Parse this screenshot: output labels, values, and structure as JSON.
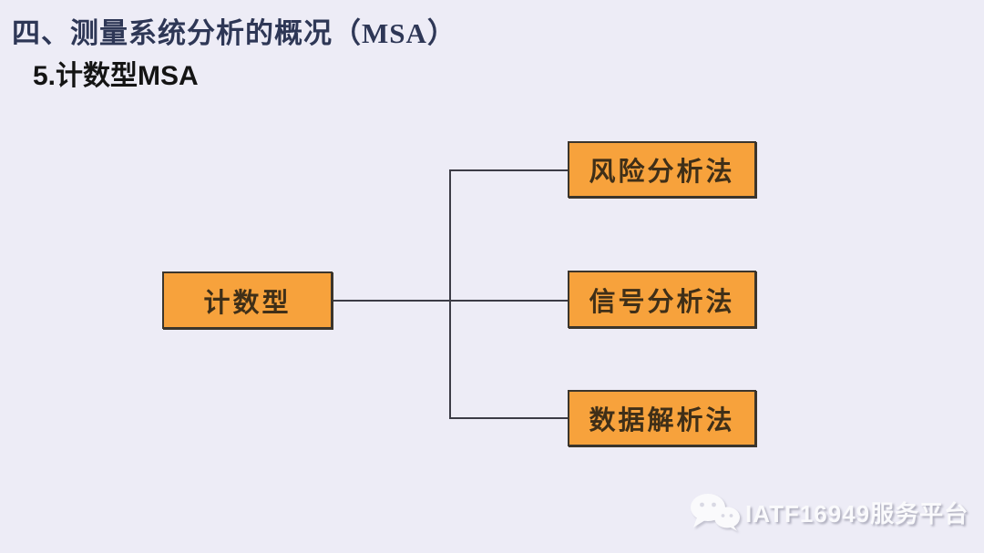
{
  "page": {
    "background_color": "#EDECF6"
  },
  "header": {
    "title": "四、测量系统分析的概况（MSA）",
    "subtitle": "5.计数型MSA",
    "title_color": "#2E3756",
    "subtitle_color": "#141414"
  },
  "diagram": {
    "type": "tree",
    "root": {
      "label": "计数型"
    },
    "children": [
      {
        "label": "风险分析法"
      },
      {
        "label": "信号分析法"
      },
      {
        "label": "数据解析法"
      }
    ],
    "box_fill": "#F7A23C",
    "box_border": "#3B352C",
    "box_text_color": "#3F2F18",
    "line_color": "#3C3C46"
  },
  "watermark": {
    "icon": "wechat-icon",
    "text": "IATF16949服务平台",
    "text_color": "#FAFAFC"
  }
}
